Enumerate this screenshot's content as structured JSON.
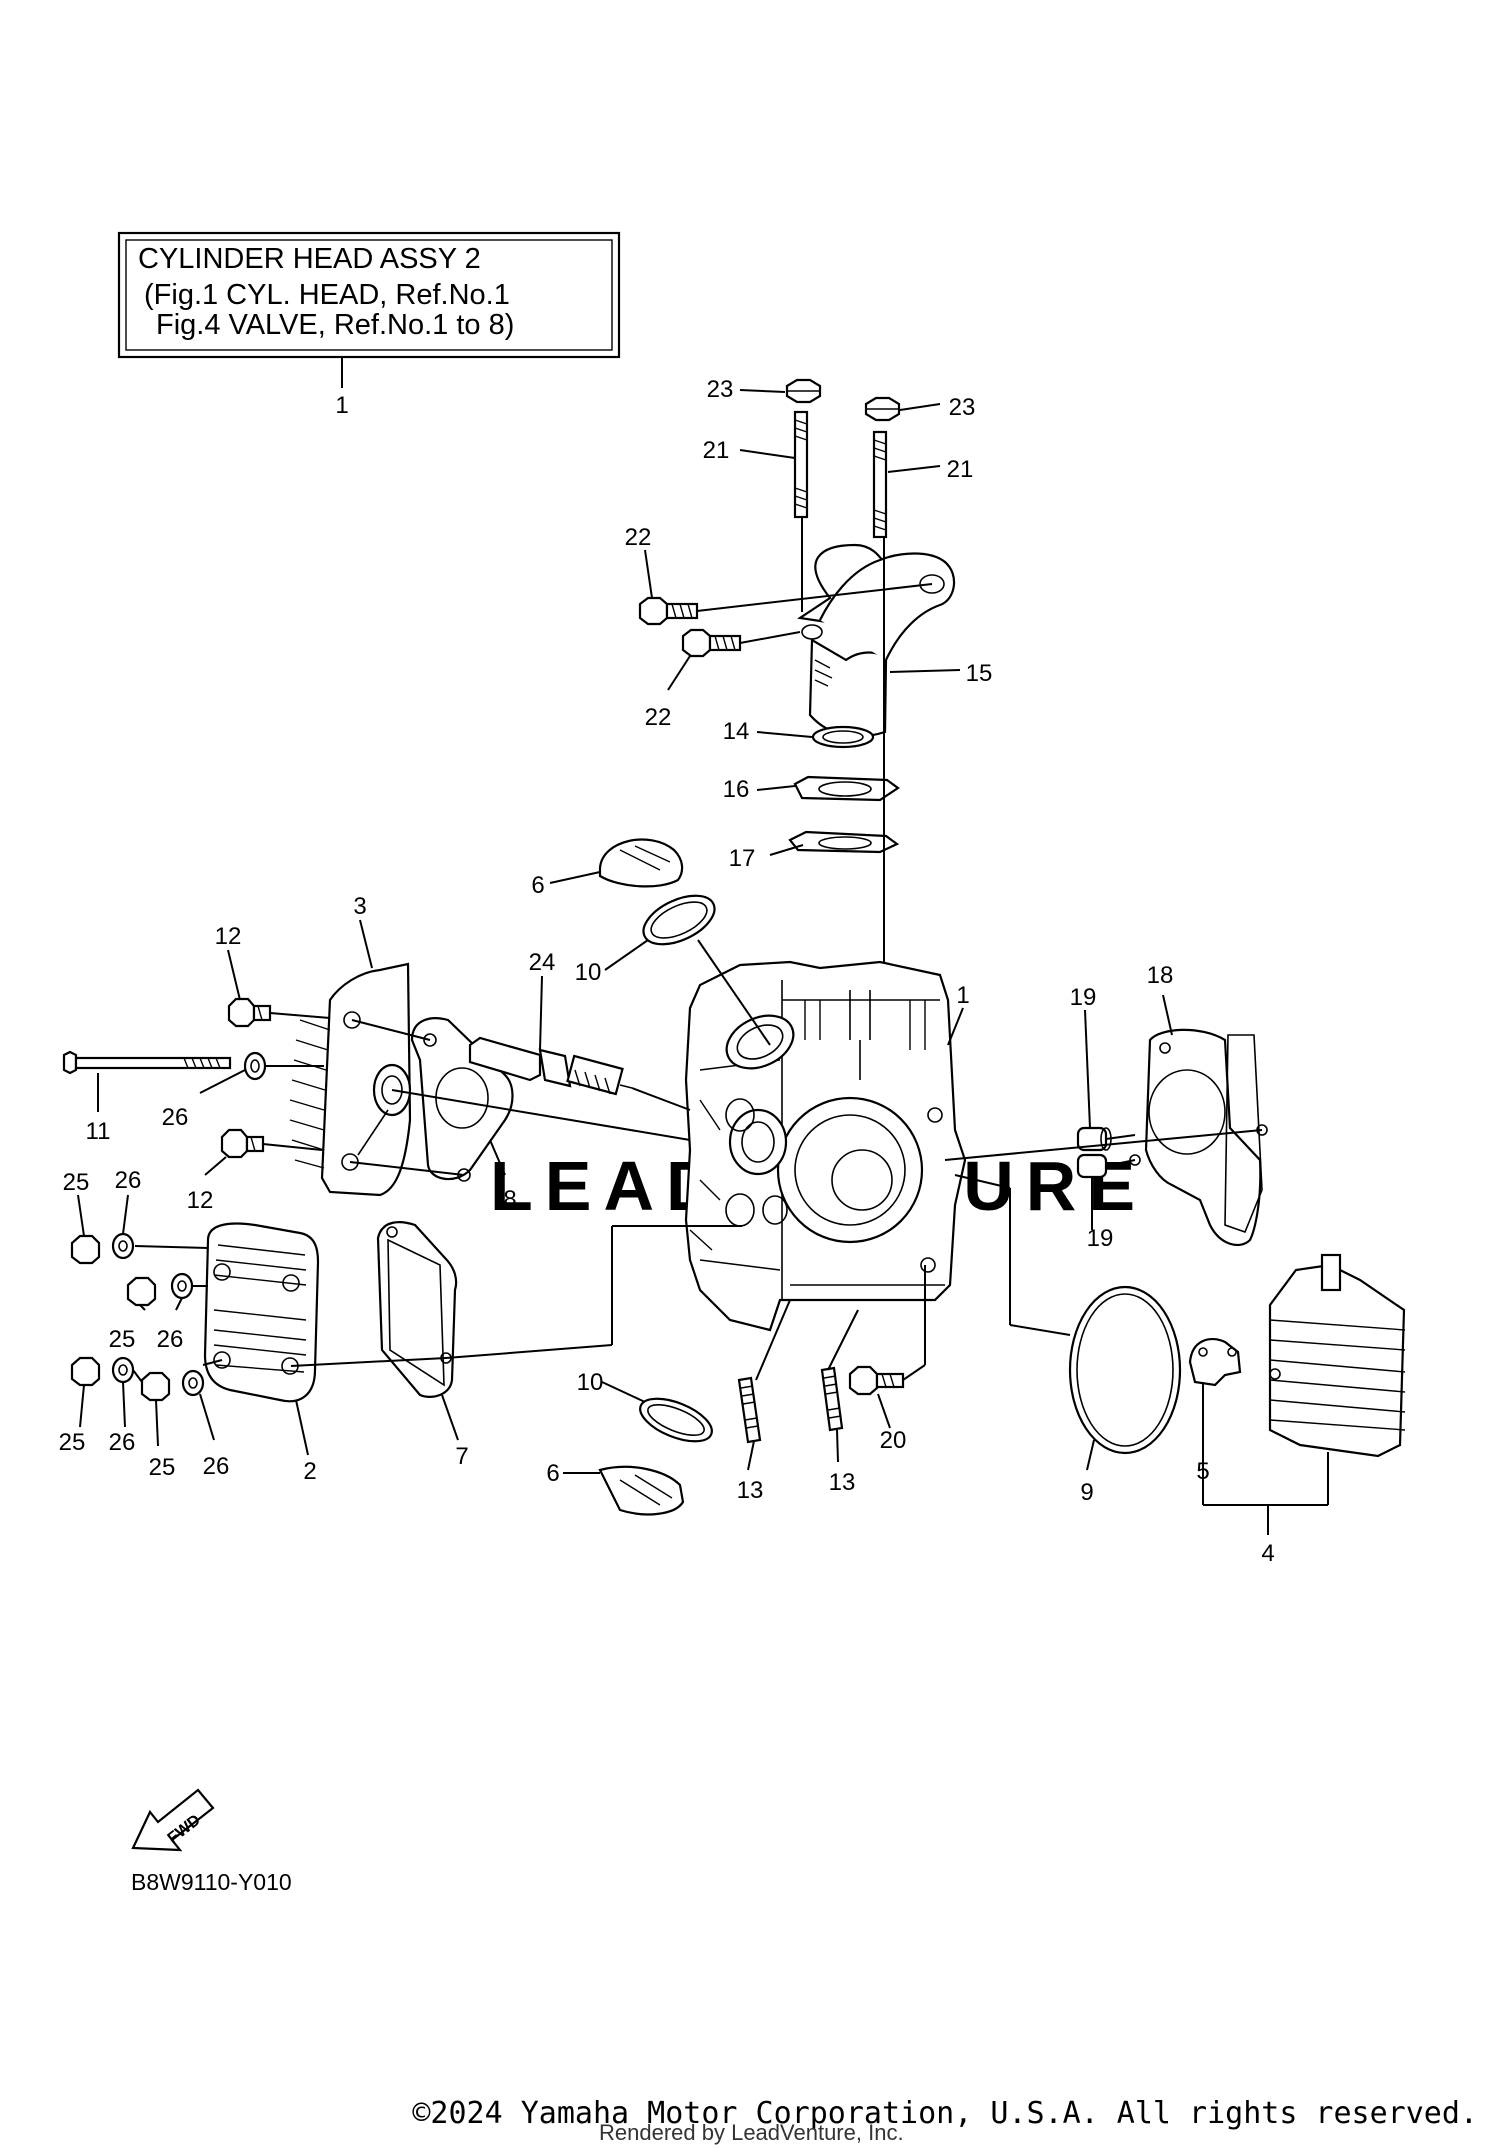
{
  "note_box": {
    "title": "CYLINDER HEAD ASSY 2",
    "line2": "(Fig.1 CYL. HEAD, Ref.No.1",
    "line3": "Fig.4 VALVE, Ref.No.1 to 8)",
    "ref": "1"
  },
  "callouts": {
    "c1": "1",
    "c2": "2",
    "c3": "3",
    "c4": "4",
    "c5": "5",
    "c6a": "6",
    "c6b": "6",
    "c7": "7",
    "c8": "8",
    "c9": "9",
    "c10a": "10",
    "c10b": "10",
    "c11": "11",
    "c12a": "12",
    "c12b": "12",
    "c13a": "13",
    "c13b": "13",
    "c14": "14",
    "c15": "15",
    "c16": "16",
    "c17": "17",
    "c18": "18",
    "c19a": "19",
    "c19b": "19",
    "c20": "20",
    "c21a": "21",
    "c21b": "21",
    "c22a": "22",
    "c22b": "22",
    "c23a": "23",
    "c23b": "23",
    "c24": "24",
    "c25a": "25",
    "c25b": "25",
    "c25c": "25",
    "c25d": "25",
    "c26a": "26",
    "c26b": "26",
    "c26c": "26",
    "c26d": "26",
    "c26e": "26"
  },
  "fwd_arrow": {
    "label": "FWD"
  },
  "diagram_code": "B8W9110-Y010",
  "watermark": "LEADVENTURE",
  "footer": {
    "copyright": "©2024 Yamaha Motor Corporation, U.S.A. All rights reserved.",
    "rendered_by": "Rendered by LeadVenture, Inc."
  }
}
